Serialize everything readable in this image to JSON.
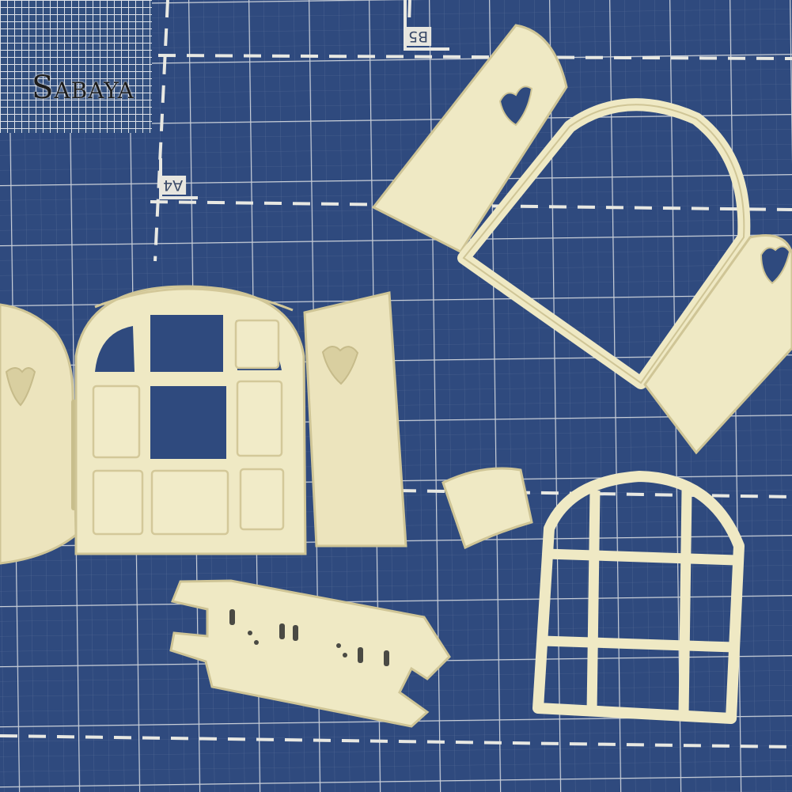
{
  "watermark": {
    "text": "Sabaya"
  },
  "mat": {
    "labels": {
      "b5": "B5",
      "a4": "A4"
    },
    "colors": {
      "mat": "#2f4a7e",
      "grid": "#c9cfd8",
      "paper": "#efe9c4",
      "paper_shade": "#d9cfa0"
    }
  },
  "objects": [
    "die-cut-open-shutter-window",
    "die-cut-arched-frame-with-shutters",
    "die-cut-small-arch-piece",
    "die-cut-window-grille",
    "die-cut-window-sill"
  ]
}
